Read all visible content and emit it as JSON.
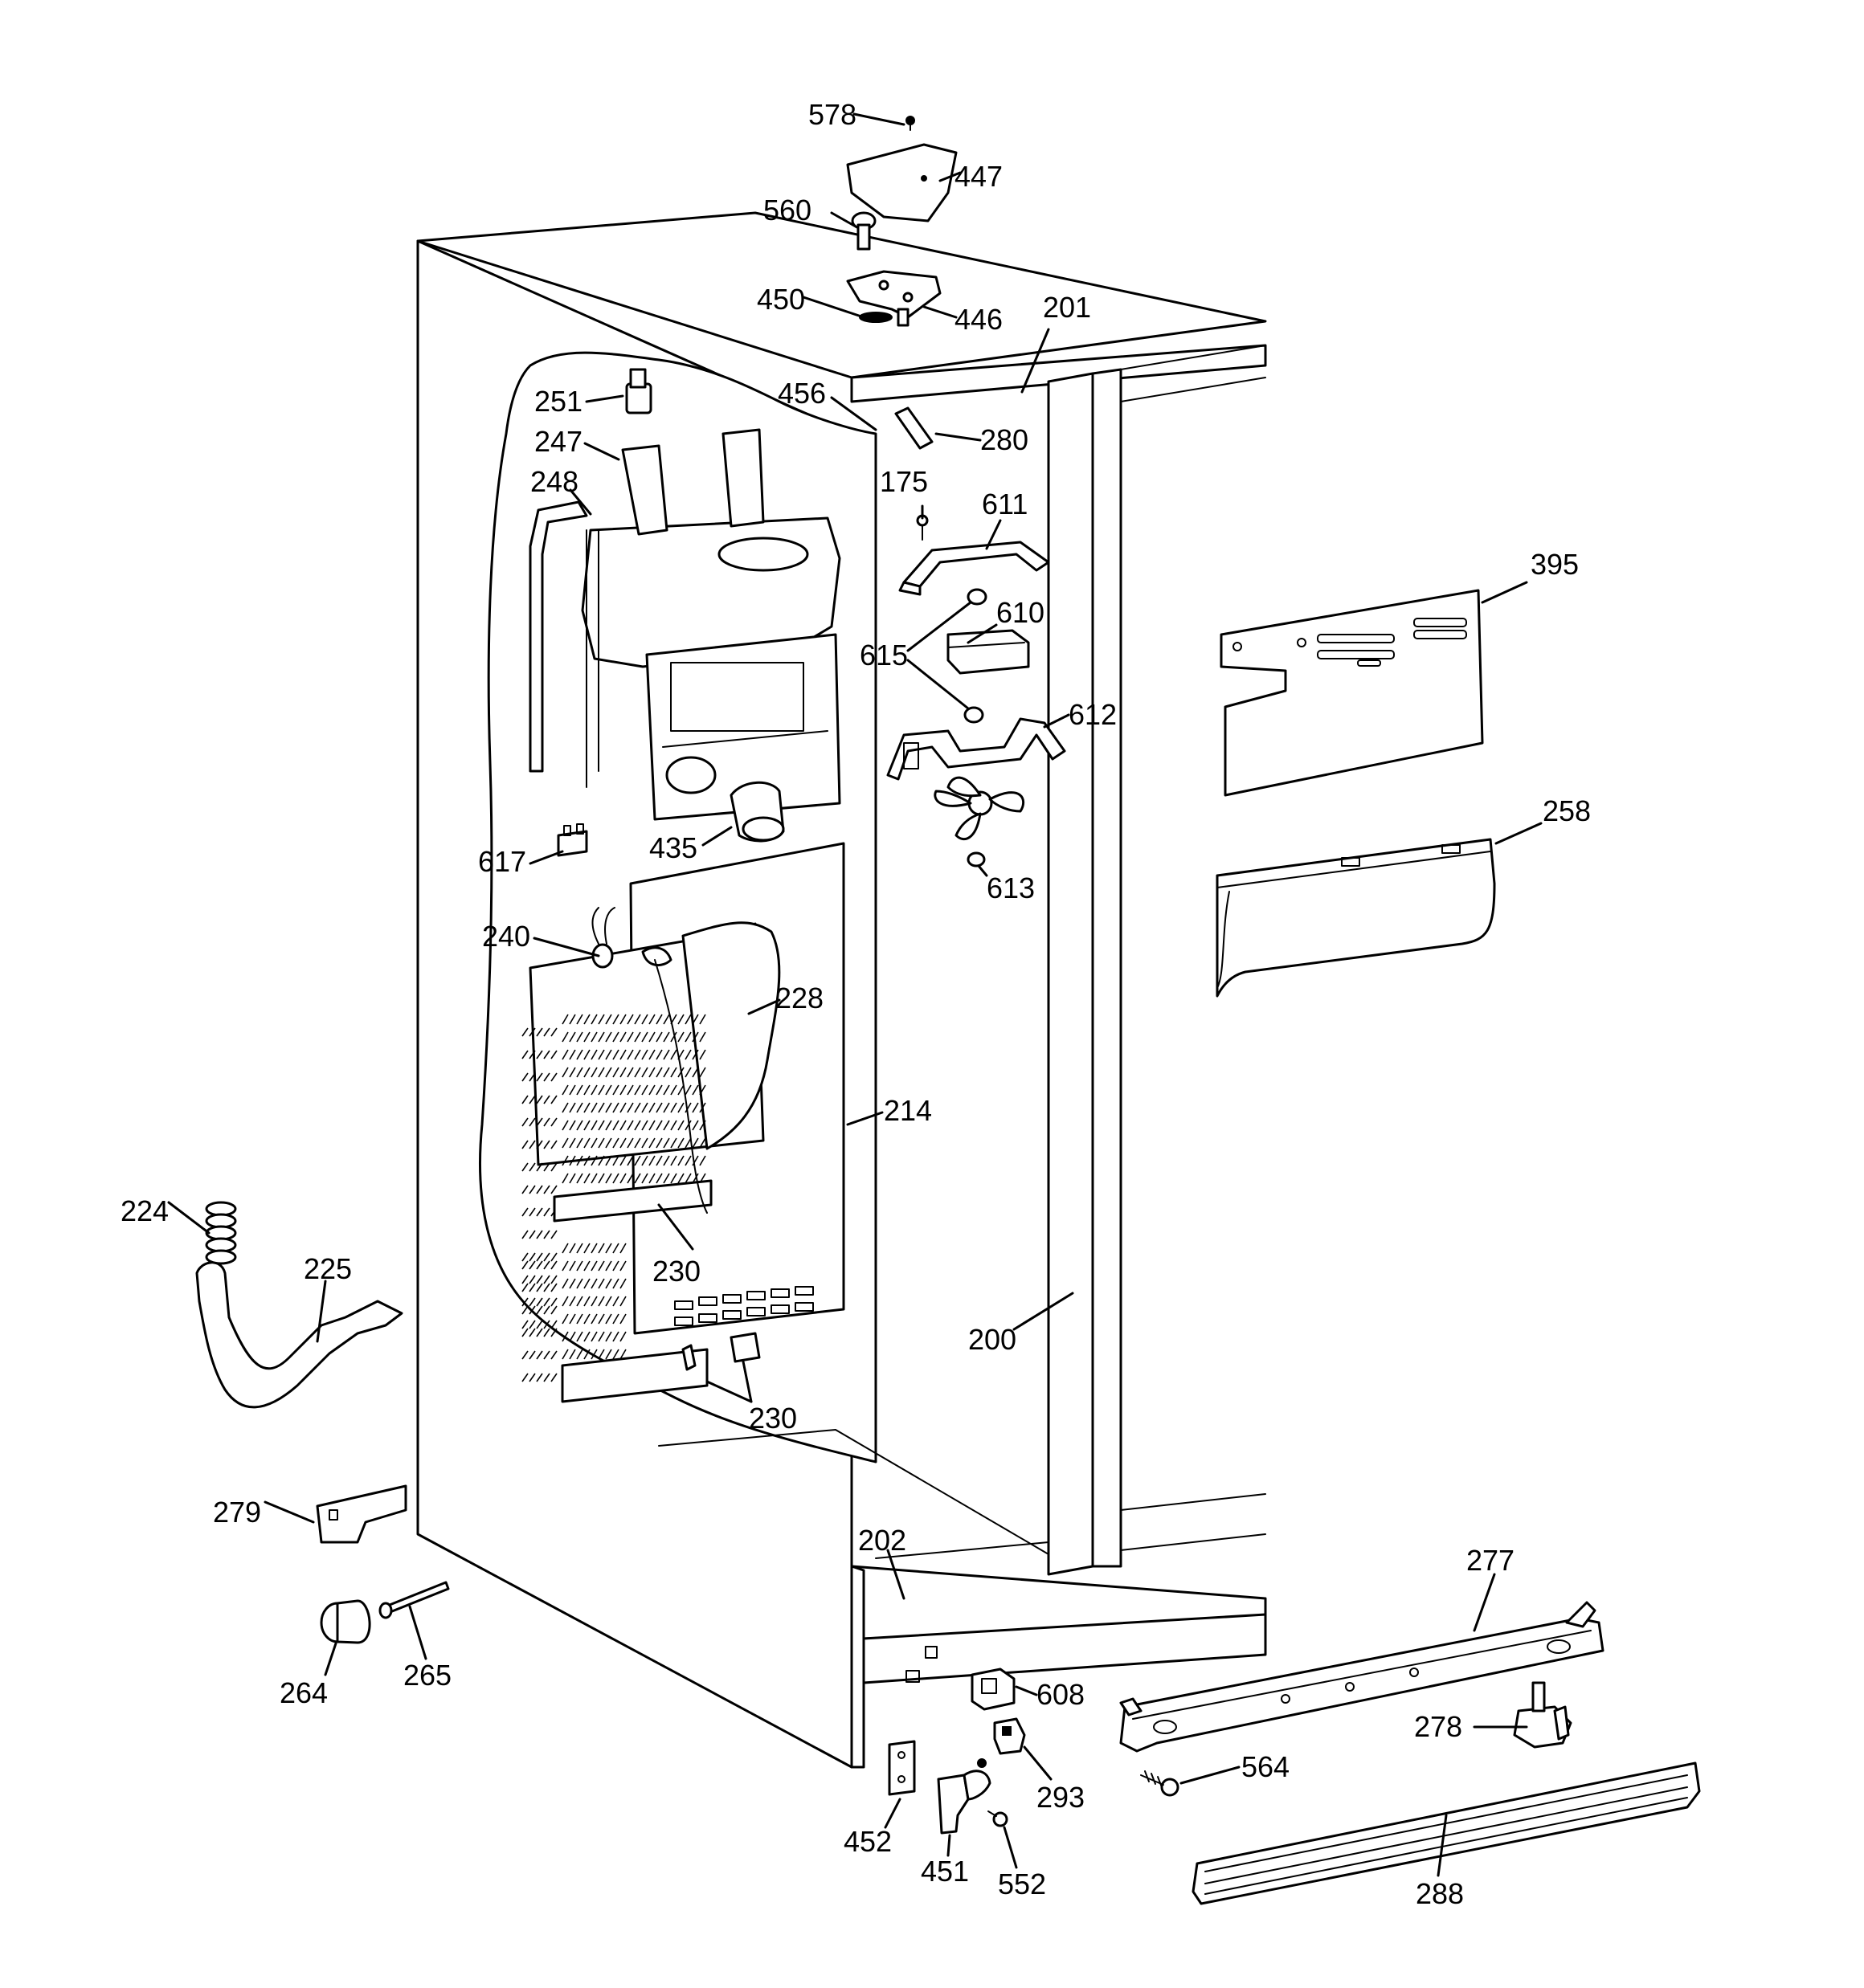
{
  "labels": {
    "p578": "578",
    "p447": "447",
    "p560": "560",
    "p450": "450",
    "p446": "446",
    "p201": "201",
    "p251": "251",
    "p456": "456",
    "p280": "280",
    "p247": "247",
    "p248": "248",
    "p175": "175",
    "p611": "611",
    "p610": "610",
    "p615": "615",
    "p612": "612",
    "p395": "395",
    "p617": "617",
    "p435": "435",
    "p613": "613",
    "p258": "258",
    "p240": "240",
    "p228": "228",
    "p214": "214",
    "p224": "224",
    "p225": "225",
    "p230a": "230",
    "p200": "200",
    "p230b": "230",
    "p279": "279",
    "p202": "202",
    "p277": "277",
    "p264": "264",
    "p265": "265",
    "p608": "608",
    "p278": "278",
    "p293": "293",
    "p564": "564",
    "p452": "452",
    "p451": "451",
    "p552": "552",
    "p288": "288"
  }
}
